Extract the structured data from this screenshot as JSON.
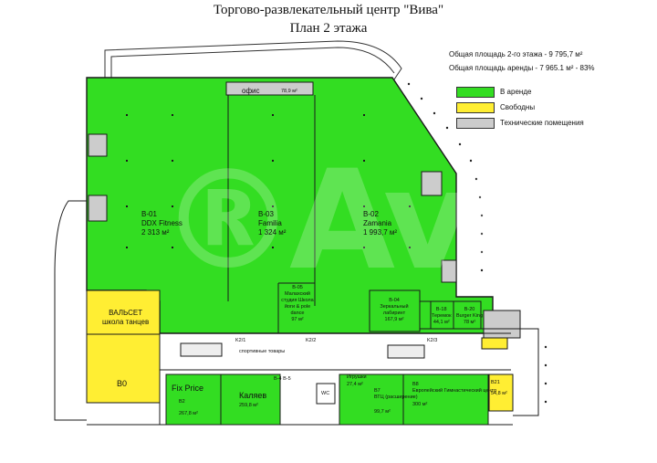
{
  "title": "Торгово-развлекательный центр \"Вива\"",
  "subtitle": "План 2 этажа",
  "stats": {
    "total_area": "Общая площадь 2-го этажа  - 9 795,7 м²",
    "rent_area": "Общая площадь аренды  - 7 965.1 м² - 83%"
  },
  "legend": [
    {
      "label": "В аренде",
      "color": "#33dd22"
    },
    {
      "label": "Свободны",
      "color": "#ffee33"
    },
    {
      "label": "Технические помещения",
      "color": "#cccccc"
    }
  ],
  "colors": {
    "rented": "#33dd22",
    "free": "#ffee33",
    "technical": "#cccccc",
    "lines": "#1a1a1a"
  },
  "units": {
    "office": {
      "name": "офис",
      "area": "78,9 м²"
    },
    "b01": {
      "code": "B-01",
      "name": "DDX Fitness",
      "area": "2 313 м²"
    },
    "b03": {
      "code": "B-03",
      "name": "Familia",
      "area": "1 324 м²"
    },
    "b02": {
      "code": "B-02",
      "name": "Zamania",
      "area": "1 993,7 м²"
    },
    "b05": {
      "code": "B-05",
      "name": "Малахский студия Школа йоги & pole dance",
      "area": "97 м²"
    },
    "b04": {
      "code": "B-04",
      "name": "Зеркальный лабиринт",
      "area": "167,9 м²"
    },
    "b18": {
      "code": "B-18",
      "name": "Теремок",
      "area": "44,1 м²"
    },
    "b20": {
      "code": "B-20",
      "name": "Burger King",
      "area": "78 м²"
    },
    "valset": {
      "name": "ВАЛЬСЕТ",
      "sub": "школа танцев"
    },
    "b0": {
      "code": "B0"
    },
    "fixprice": {
      "name": "Fix Price",
      "code": "B2",
      "area": "267,8 м²"
    },
    "kalyaev": {
      "name": "Каляев",
      "area": "259,8 м²",
      "code": "B-4 B-5"
    },
    "igrushki": {
      "name": "Игрушки",
      "area": "27,4 м²"
    },
    "b7": {
      "code": "B7",
      "name": "ВТЦ (расширение)",
      "area": "99,7 м²"
    },
    "b8": {
      "code": "B8",
      "name": "Европейский Гимнастический центр",
      "area": "300 м²"
    },
    "b21": {
      "code": "B21",
      "area": "54,8 м²"
    }
  },
  "corridor": {
    "k1": "K2/1",
    "k2": "K2/2",
    "k3": "K2/3",
    "sport": "спортивные товары",
    "wc": "WC"
  }
}
